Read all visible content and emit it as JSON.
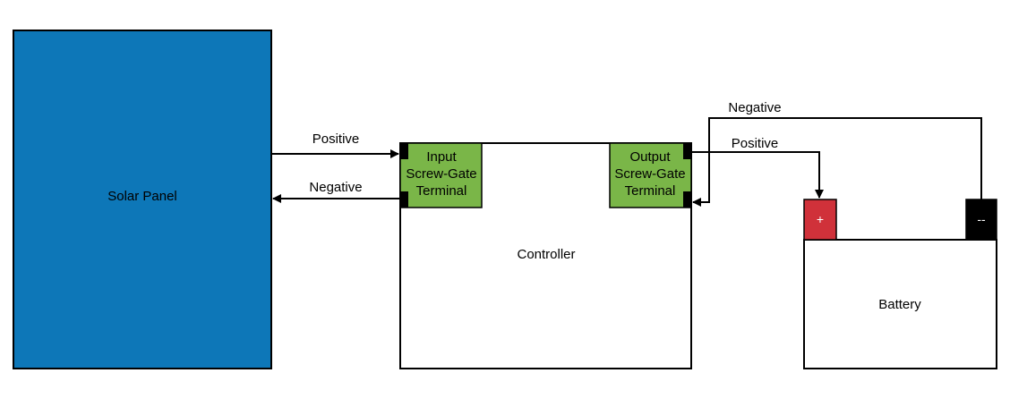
{
  "colors": {
    "solar_panel_fill": "#0d77b8",
    "terminal_fill": "#7ab648",
    "battery_positive_fill": "#d0313a",
    "battery_negative_fill": "#000000",
    "line": "#000000",
    "background": "#ffffff"
  },
  "solar_panel": {
    "label": "Solar Panel"
  },
  "controller": {
    "label": "Controller",
    "input_terminal": {
      "line1": "Input",
      "line2": "Screw-Gate",
      "line3": "Terminal"
    },
    "output_terminal": {
      "line1": "Output",
      "line2": "Screw-Gate",
      "line3": "Terminal"
    }
  },
  "battery": {
    "label": "Battery",
    "positive_terminal": "+",
    "negative_terminal": "--"
  },
  "connections": {
    "panel_positive": "Positive",
    "panel_negative": "Negative",
    "battery_positive": "Positive",
    "battery_negative": "Negative"
  }
}
